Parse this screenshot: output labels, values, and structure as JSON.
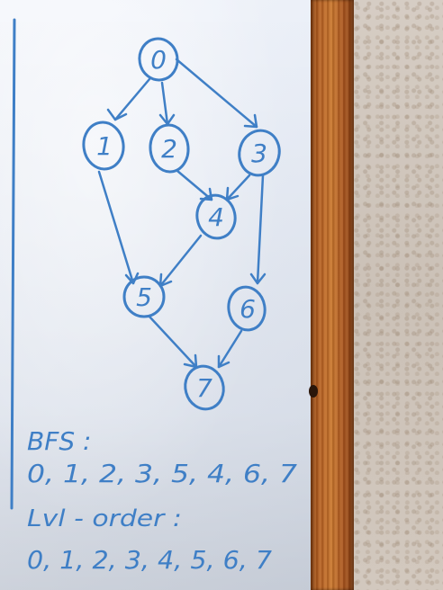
{
  "graph": {
    "nodes": [
      "0",
      "1",
      "2",
      "3",
      "4",
      "5",
      "6",
      "7"
    ],
    "edges": [
      [
        "0",
        "1"
      ],
      [
        "0",
        "2"
      ],
      [
        "0",
        "3"
      ],
      [
        "1",
        "5"
      ],
      [
        "2",
        "4"
      ],
      [
        "3",
        "4"
      ],
      [
        "3",
        "6"
      ],
      [
        "4",
        "5"
      ],
      [
        "5",
        "7"
      ],
      [
        "6",
        "7"
      ]
    ]
  },
  "notes": {
    "bfs_title": "BFS :",
    "bfs_sequence": "0, 1, 2, 3, 5, 4, 6, 7",
    "lvl_title": "Lvl - order :",
    "lvl_sequence": "0, 1, 2, 3, 4, 5, 6, 7"
  },
  "colors": {
    "ink": "#3f7fc6",
    "board": "#eef2f8",
    "frame": "#b86426",
    "wall": "#d0c6bc"
  }
}
